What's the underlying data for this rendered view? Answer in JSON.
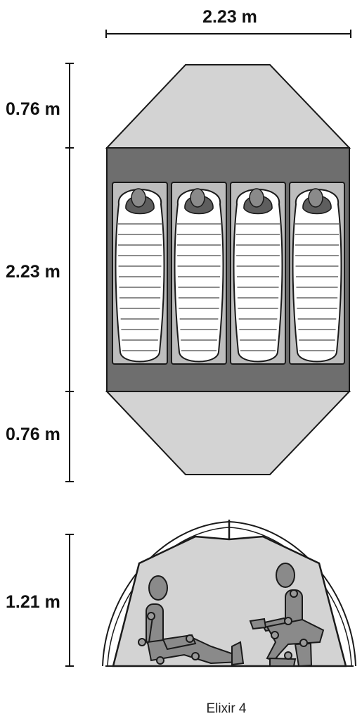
{
  "dimensions": {
    "total_width": "2.23 m",
    "front_vestibule_depth": "0.76 m",
    "floor_length": "2.23 m",
    "rear_vestibule_depth": "0.76 m",
    "peak_height": "1.21 m"
  },
  "caption": "Elixir 4",
  "occupants": {
    "sleeping": 4,
    "seated": 2
  },
  "colors": {
    "vestibule": "#d3d3d3",
    "floor": "#6e6e6e",
    "mat": "#bdbdbd",
    "sleeping_bag": "#ffffff",
    "figure": "#8a8a8a",
    "outline": "#1a1a1a"
  }
}
